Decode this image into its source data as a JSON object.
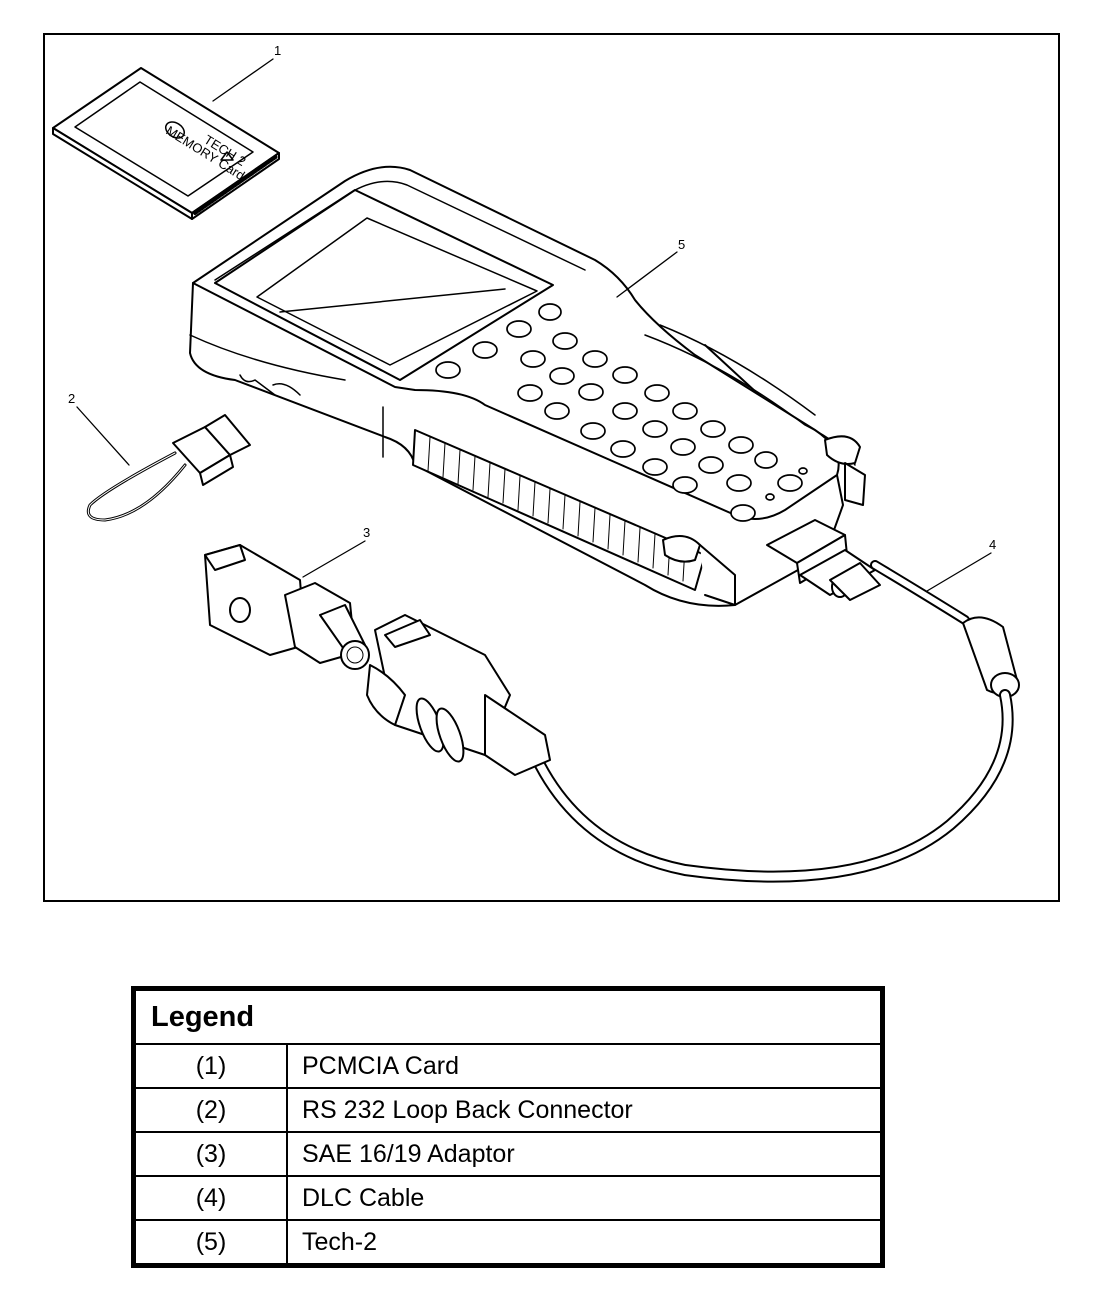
{
  "callouts": [
    {
      "number": "1",
      "part": "pcmcia-card"
    },
    {
      "number": "2",
      "part": "loop-back-connector"
    },
    {
      "number": "3",
      "part": "sae-adaptor"
    },
    {
      "number": "4",
      "part": "dlc-cable"
    },
    {
      "number": "5",
      "part": "tech2-unit"
    }
  ],
  "card_text": {
    "brand": "TECH 2",
    "type": "MEMORY Card"
  },
  "legend": {
    "title": "Legend",
    "rows": [
      {
        "num": "(1)",
        "desc": "PCMCIA Card"
      },
      {
        "num": "(2)",
        "desc": "RS 232 Loop Back Connector"
      },
      {
        "num": "(3)",
        "desc": "SAE 16/19 Adaptor"
      },
      {
        "num": "(4)",
        "desc": "DLC Cable"
      },
      {
        "num": "(5)",
        "desc": "Tech-2"
      }
    ]
  }
}
